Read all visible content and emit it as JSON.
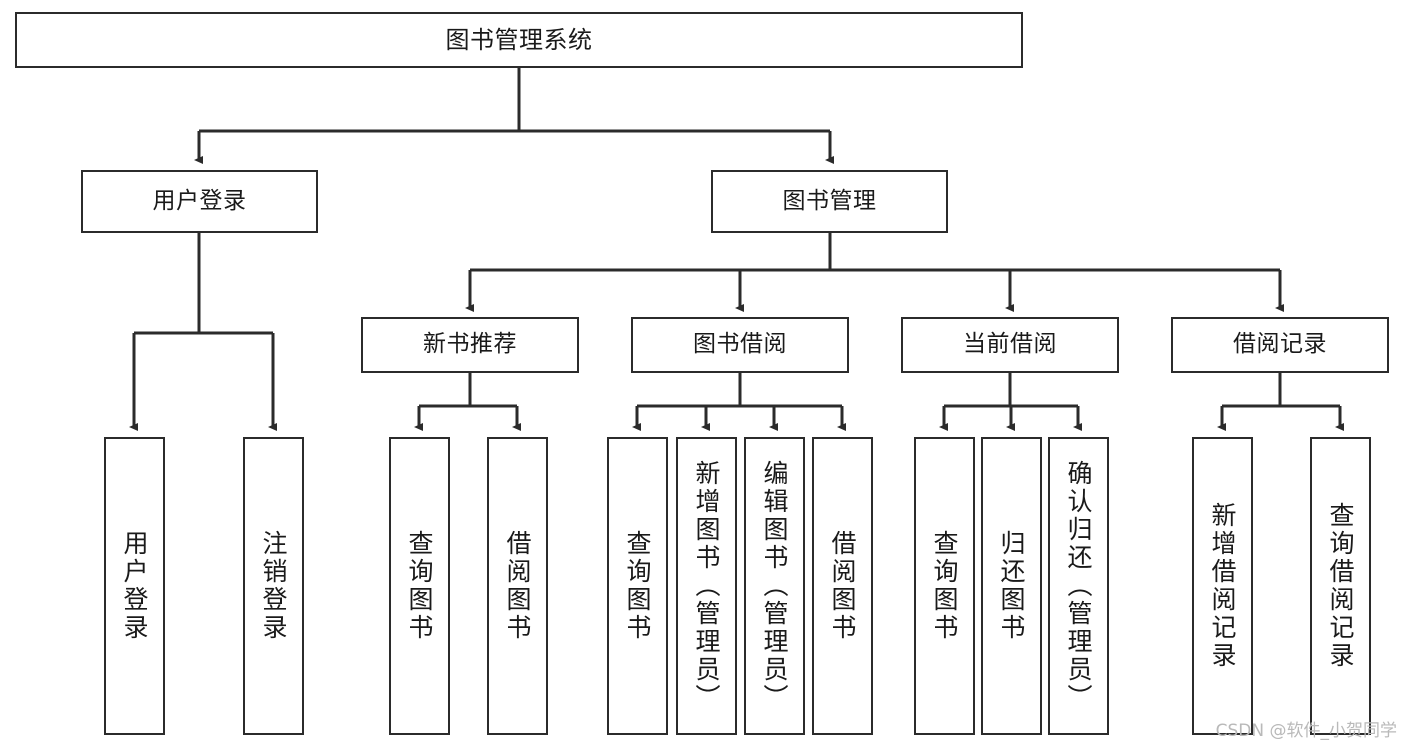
{
  "diagram": {
    "title": "图书管理系统",
    "type": "功能结构图",
    "watermark": "CSDN @软件_小贺同学",
    "edge_color": "#2b2b2b",
    "box_border_color": "#2b2b2b",
    "box_fill_color": "#ffffff",
    "text_color": "#1a1a1a"
  },
  "nodes": {
    "root": {
      "label": "图书管理系统"
    },
    "level2": [
      {
        "id": "user-login",
        "label": "用户登录"
      },
      {
        "id": "book-manage",
        "label": "图书管理"
      }
    ],
    "level3": [
      {
        "id": "new-book-recommend",
        "label": "新书推荐"
      },
      {
        "id": "book-borrow",
        "label": "图书借阅"
      },
      {
        "id": "current-borrow",
        "label": "当前借阅"
      },
      {
        "id": "borrow-record",
        "label": "借阅记录"
      }
    ],
    "leaves": [
      {
        "id": "leaf-user-login",
        "label": "用户登录",
        "parent": "user-login"
      },
      {
        "id": "leaf-logout",
        "label": "注销登录",
        "parent": "user-login"
      },
      {
        "id": "leaf-query-book-1",
        "label": "查询图书",
        "parent": "new-book-recommend"
      },
      {
        "id": "leaf-borrow-book-1",
        "label": "借阅图书",
        "parent": "new-book-recommend"
      },
      {
        "id": "leaf-query-book-2",
        "label": "查询图书",
        "parent": "book-borrow"
      },
      {
        "id": "leaf-add-book",
        "label": "新增图书（管理员）",
        "parent": "book-borrow"
      },
      {
        "id": "leaf-edit-book",
        "label": "编辑图书（管理员）",
        "parent": "book-borrow"
      },
      {
        "id": "leaf-borrow-book-2",
        "label": "借阅图书",
        "parent": "book-borrow"
      },
      {
        "id": "leaf-query-book-3",
        "label": "查询图书",
        "parent": "current-borrow"
      },
      {
        "id": "leaf-return-book",
        "label": "归还图书",
        "parent": "current-borrow"
      },
      {
        "id": "leaf-confirm-return",
        "label": "确认归还（管理员）",
        "parent": "current-borrow"
      },
      {
        "id": "leaf-add-record",
        "label": "新增借阅记录",
        "parent": "borrow-record"
      },
      {
        "id": "leaf-query-record",
        "label": "查询借阅记录",
        "parent": "borrow-record"
      }
    ]
  }
}
